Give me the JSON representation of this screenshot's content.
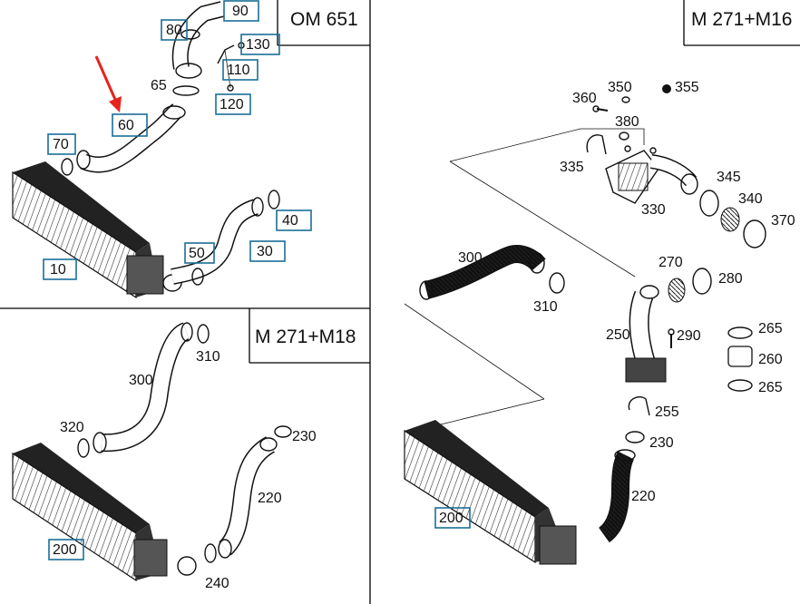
{
  "panels": {
    "top_left": {
      "title": "OM 651",
      "callouts": {
        "c90": "90",
        "c80": "80",
        "c130": "130",
        "c110": "110",
        "c65": "65",
        "c120": "120",
        "c60": "60",
        "c70": "70",
        "c40": "40",
        "c50": "50",
        "c30": "30",
        "c10": "10"
      }
    },
    "bottom_left": {
      "title": "M 271+M18",
      "callouts": {
        "c310": "310",
        "c300": "300",
        "c320": "320",
        "c230": "230",
        "c220": "220",
        "c200": "200",
        "c240": "240"
      }
    },
    "right": {
      "title": "M 271+M16",
      "callouts": {
        "c360": "360",
        "c350": "350",
        "c355": "355",
        "c380": "380",
        "c335": "335",
        "c345": "345",
        "c340": "340",
        "c330": "330",
        "c370": "370",
        "c300": "300",
        "c270": "270",
        "c280": "280",
        "c310": "310",
        "c250": "250",
        "c290": "290",
        "c265a": "265",
        "c260": "260",
        "c265b": "265",
        "c255": "255",
        "c230": "230",
        "c220": "220",
        "c200": "200"
      }
    }
  },
  "colors": {
    "callout_box": "#1b6e97",
    "arrow": "#e8231a",
    "line": "#111111"
  },
  "icons": {
    "pointer": "red-arrow-icon"
  }
}
